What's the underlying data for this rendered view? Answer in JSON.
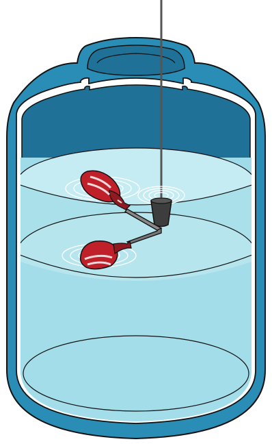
{
  "colors": {
    "tank_shell": "#2a8db5",
    "tank_shell_dark": "#1f7197",
    "water_light": "#b9e7f0",
    "water_mid": "#9fdbe8",
    "water_surface": "#c5ecf3",
    "outline": "#111111",
    "float_red": "#c0202a",
    "float_red_dark": "#8e1a22",
    "stripe": "#f2d9d9",
    "weight": "#3d3d3d",
    "ripple": "#ffffff"
  },
  "icons": {
    "upper_float": "red-float-icon",
    "lower_float": "red-float-icon",
    "stem_weight": "weight-icon"
  },
  "elements": {
    "tank": "tank",
    "upper_float": "upper-float",
    "lower_float": "lower-float",
    "suspension_cable": "suspension-cable",
    "stem_weight": "stem-weight",
    "linkage_arm": "linkage-arm"
  }
}
